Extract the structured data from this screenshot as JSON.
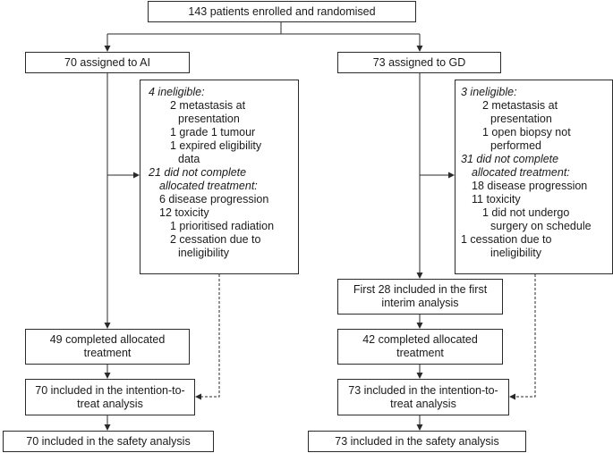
{
  "enrolled": "143 patients enrolled and randomised",
  "arms": [
    {
      "assigned": "70 assigned to AI",
      "exclusions": [
        {
          "text": "4 ineligible:",
          "style": "italic",
          "indent": 0
        },
        {
          "text": "2 metastasis at",
          "indent": 2
        },
        {
          "text": "presentation",
          "indent": 3
        },
        {
          "text": "1 grade 1 tumour",
          "indent": 2
        },
        {
          "text": "1 expired eligibility",
          "indent": 2
        },
        {
          "text": "data",
          "indent": 3
        },
        {
          "text": "21 did not complete",
          "style": "italic",
          "indent": 0
        },
        {
          "text": "allocated treatment:",
          "style": "italic",
          "indent": 1
        },
        {
          "text": "6 disease progression",
          "indent": 1
        },
        {
          "text": "12 toxicity",
          "indent": 1
        },
        {
          "text": "1 prioritised radiation",
          "indent": 2
        },
        {
          "text": "2 cessation due to",
          "indent": 2
        },
        {
          "text": "ineligibility",
          "indent": 3
        }
      ],
      "completed": "49 completed allocated treatment",
      "itt": "70 included in the intention-to-treat analysis",
      "safety": "70 included in the safety analysis"
    },
    {
      "assigned": "73 assigned to GD",
      "exclusions": [
        {
          "text": "3 ineligible:",
          "style": "italic",
          "indent": 0
        },
        {
          "text": "2 metastasis at",
          "indent": 2
        },
        {
          "text": "presentation",
          "indent": 3
        },
        {
          "text": "1 open biopsy not",
          "indent": 2
        },
        {
          "text": "performed",
          "indent": 3
        },
        {
          "text": "31 did not complete",
          "style": "italic",
          "indent": 0
        },
        {
          "text": "allocated treatment:",
          "style": "italic",
          "indent": 1
        },
        {
          "text": "18 disease progression",
          "indent": 1
        },
        {
          "text": "11 toxicity",
          "indent": 1
        },
        {
          "text": "1 did not undergo",
          "indent": 2
        },
        {
          "text": "surgery on schedule",
          "indent": 3
        },
        {
          "text": "1 cessation due to",
          "indent": 0
        },
        {
          "text": "ineligibility",
          "indent": 3
        }
      ],
      "interim": "First 28 included in the first interim analysis",
      "completed": "42 completed allocated treatment",
      "itt": "73 included in the intention-to-treat analysis",
      "safety": "73 included in the safety analysis"
    }
  ]
}
